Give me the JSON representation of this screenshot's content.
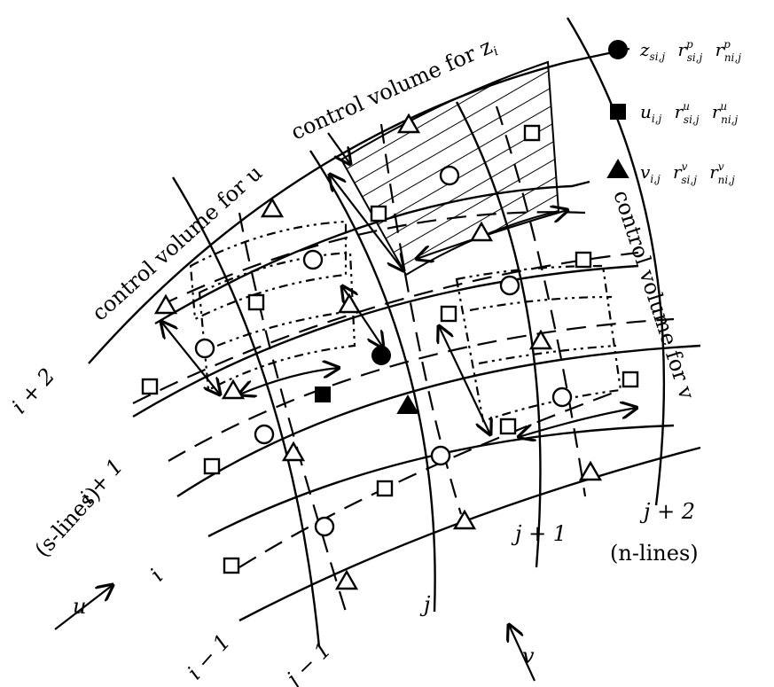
{
  "legend": {
    "pressure": {
      "symbol": "filled-circle",
      "text": "z",
      "sub": "si,j",
      "items": [
        {
          "base": "r",
          "sup": "p",
          "sub": "si,j"
        },
        {
          "base": "r",
          "sup": "p",
          "sub": "ni,j"
        }
      ]
    },
    "u_velocity": {
      "symbol": "filled-square",
      "text": "u",
      "sub": "i,j",
      "items": [
        {
          "base": "r",
          "sup": "u",
          "sub": "si,j"
        },
        {
          "base": "r",
          "sup": "u",
          "sub": "ni,j"
        }
      ]
    },
    "v_velocity": {
      "symbol": "filled-triangle",
      "text": "v",
      "sub": "i,j",
      "items": [
        {
          "base": "r",
          "sup": "v",
          "sub": "si,j"
        },
        {
          "base": "r",
          "sup": "v",
          "sub": "ni,j"
        }
      ]
    }
  },
  "annotations": {
    "cv_z": "control volume for z",
    "cv_z_sub": "i",
    "cv_u": "control volume for u",
    "cv_v": "control volume for v"
  },
  "s_lines": {
    "caption": "(s-lines)",
    "labels": [
      "i + 2",
      "i + 1",
      "i",
      "i − 1"
    ]
  },
  "n_lines": {
    "caption": "(n-lines)",
    "labels": [
      "j − 1",
      "j",
      "j + 1",
      "j + 2"
    ]
  },
  "direction_labels": {
    "u": "u",
    "v": "v"
  }
}
